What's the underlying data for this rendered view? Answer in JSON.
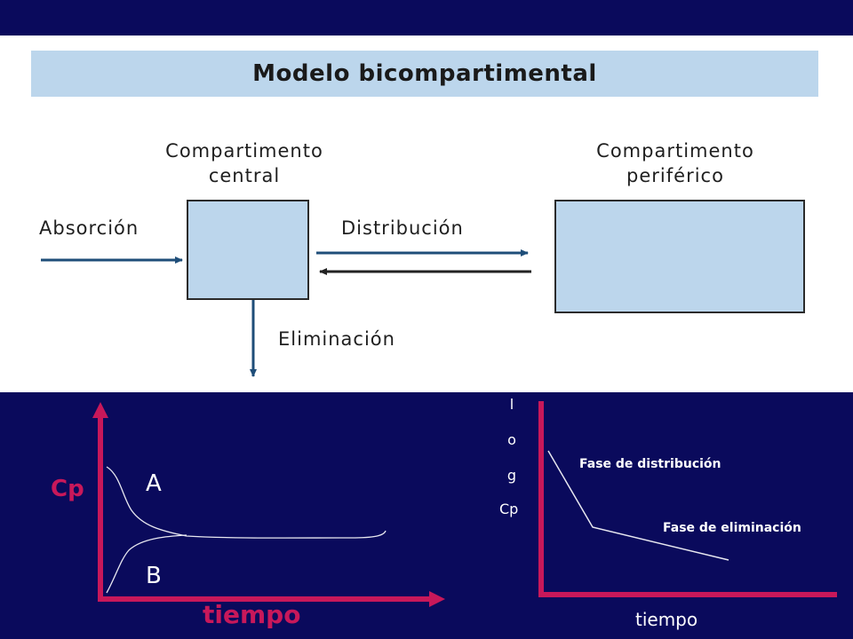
{
  "slide": {
    "colors": {
      "background": "#0a0a5c",
      "panel": "#ffffff",
      "accent_light_blue": "#bcd6ec",
      "axis_magenta": "#c8185a",
      "arrow_blue": "#1f4e79"
    }
  },
  "diagram": {
    "title": "Modelo bicompartimental",
    "central_label_line1": "Compartimento",
    "central_label_line2": "central",
    "peripheral_label_line1": "Compartimento",
    "peripheral_label_line2": "periférico",
    "absorption_label": "Absorción",
    "distribution_label": "Distribución",
    "elimination_label": "Eliminación"
  },
  "left_graph": {
    "ylabel": "Cp",
    "xlabel": "tiempo",
    "curve_a_label": "A",
    "curve_b_label": "B"
  },
  "right_graph": {
    "ylabel_letters": [
      "l",
      "o",
      "g"
    ],
    "ylabel_cp": "Cp",
    "xlabel": "tiempo",
    "phase1_label": "Fase de distribución",
    "phase2_label": "Fase de eliminación"
  }
}
